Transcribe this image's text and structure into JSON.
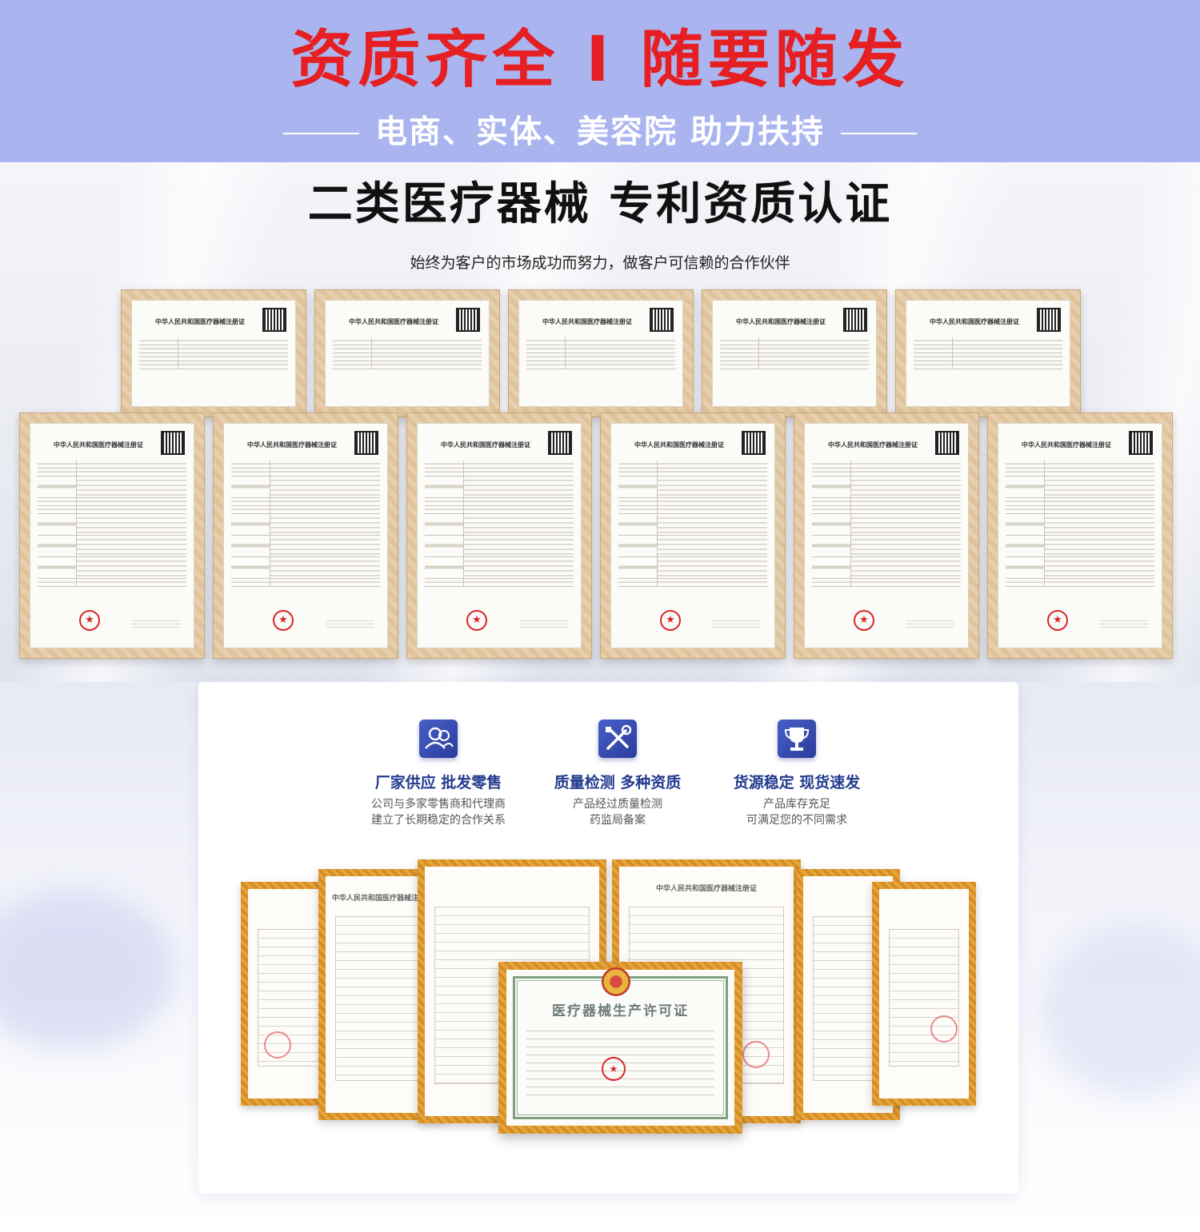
{
  "banner": {
    "title": "资质齐全 I 随要随发",
    "subtitle": "电商、实体、美容院 助力扶持",
    "title_color": "#e51f22",
    "bg_color": "#aab4ef"
  },
  "section": {
    "title": "二类医疗器械 专利资质认证",
    "subtitle": "始终为客户的市场成功而努力，做客户可信赖的合作伙伴"
  },
  "certificates": {
    "title": "中华人民共和国医疗器械注册证"
  },
  "features": [
    {
      "icon": "users-icon",
      "title": "厂家供应 批发零售",
      "line1": "公司与多家零售商和代理商",
      "line2": "建立了长期稳定的合作关系"
    },
    {
      "icon": "tools-icon",
      "title": "质量检测 多种资质",
      "line1": "产品经过质量检测",
      "line2": "药监局备案"
    },
    {
      "icon": "trophy-icon",
      "title": "货源稳定 现货速发",
      "line1": "产品库存充足",
      "line2": "可满足您的不同需求"
    }
  ],
  "licenses": {
    "production_title": "医疗器械生产许可证"
  },
  "colors": {
    "accent_blue": "#233b8f",
    "frame_wood": "#e3c9a4",
    "frame_gold": "#e6a43a"
  }
}
